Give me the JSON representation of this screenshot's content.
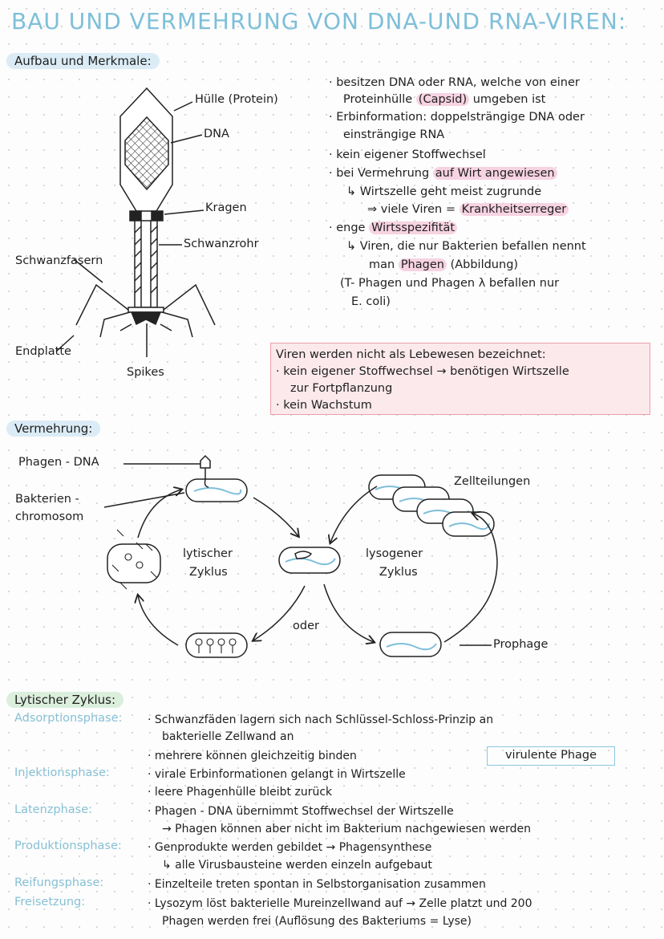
{
  "title": "BAU UND VERMEHRUNG VON DNA-UND RNA-VIREN:",
  "sections": {
    "aufbau": "Aufbau und Merkmale:",
    "vermehrung": "Vermehrung:",
    "lytisch": "Lytischer Zyklus:"
  },
  "diagram_labels": {
    "huelle": "Hülle (Protein)",
    "dna": "DNA",
    "kragen": "Kragen",
    "schwanzrohr": "Schwanzrohr",
    "schwanzfasern": "Schwanzfasern",
    "endplatte": "Endplatte",
    "spikes": "Spikes"
  },
  "merkmale": {
    "l1": "· besitzen DNA oder RNA, welche von einer",
    "l2a": "Proteinhülle",
    "l2b": "(Capsid)",
    "l2c": "umgeben ist",
    "l3": "· Erbinformation: doppelsträngige DNA oder",
    "l4": "einsträngige RNA",
    "l5": "· kein eigener Stoffwechsel",
    "l6a": "· bei Vermehrung",
    "l6b": "auf Wirt angewiesen",
    "l7": "↳ Wirtszelle geht meist zugrunde",
    "l8a": "⇒ viele Viren =",
    "l8b": "Krankheitserreger",
    "l9a": "· enge",
    "l9b": "Wirtsspezifität",
    "l10": "↳ Viren, die nur Bakterien befallen nennt",
    "l11a": "man",
    "l11b": "Phagen",
    "l11c": "(Abbildung)",
    "l12": "(T- Phagen und Phagen λ befallen nur",
    "l13": "E. coli)"
  },
  "infobox": {
    "l1": "Viren werden nicht als Lebewesen bezeichnet:",
    "l2": "· kein eigener Stoffwechsel → benötigen Wirtszelle",
    "l3": "zur Fortpflanzung",
    "l4": "· kein Wachstum"
  },
  "cycle_labels": {
    "phagen_dna": "Phagen - DNA",
    "bakterien": "Bakterien -",
    "chromosom": "chromosom",
    "lyt1": "lytischer",
    "lyt2": "Zyklus",
    "lyso1": "lysogener",
    "lyso2": "Zyklus",
    "oder": "oder",
    "zellteilungen": "Zellteilungen",
    "prophage": "Prophage"
  },
  "phases": [
    {
      "name": "Adsorptionsphase:",
      "lines": [
        "· Schwanzfäden lagern sich nach Schlüssel-Schloss-Prinzip an",
        "bakterielle Zellwand an",
        "· mehrere können gleichzeitig binden"
      ]
    },
    {
      "name": "Injektionsphase:",
      "lines": [
        "· virale Erbinformationen gelangt in Wirtszelle",
        "· leere Phagenhülle bleibt zurück"
      ]
    },
    {
      "name": "Latenzphase:",
      "lines": [
        "· Phagen - DNA übernimmt Stoffwechsel der Wirtszelle",
        "→ Phagen können aber nicht im Bakterium nachgewiesen werden"
      ]
    },
    {
      "name": "Produktionsphase:",
      "lines": [
        "· Genprodukte werden gebildet → Phagensynthese",
        "↳ alle Virusbausteine werden einzeln aufgebaut"
      ]
    },
    {
      "name": "Reifungsphase:",
      "lines": [
        "· Einzelteile treten spontan in Selbstorganisation zusammen"
      ]
    },
    {
      "name": "Freisetzung:",
      "lines": [
        "· Lysozym löst bakterielle Mureinzellwand auf → Zelle platzt und 200",
        "Phagen werden frei (Auflösung des Bakteriums = Lyse)"
      ]
    }
  ],
  "virulent": "virulente Phage",
  "colors": {
    "title": "#7ebfd9",
    "highlight": "#f7d3e2",
    "box_border": "#e8a0ad",
    "phase": "#86c0d4"
  }
}
